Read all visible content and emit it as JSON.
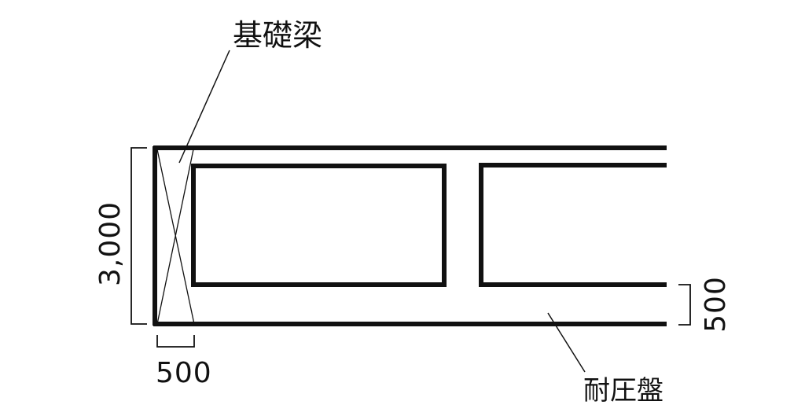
{
  "labels": {
    "foundation_beam": "基礎梁",
    "pressure_mat": "耐圧盤"
  },
  "dimensions": {
    "height": "3,000",
    "beam_width": "500",
    "mat_thickness": "500"
  },
  "colors": {
    "ink": "#111111",
    "background": "#ffffff"
  }
}
